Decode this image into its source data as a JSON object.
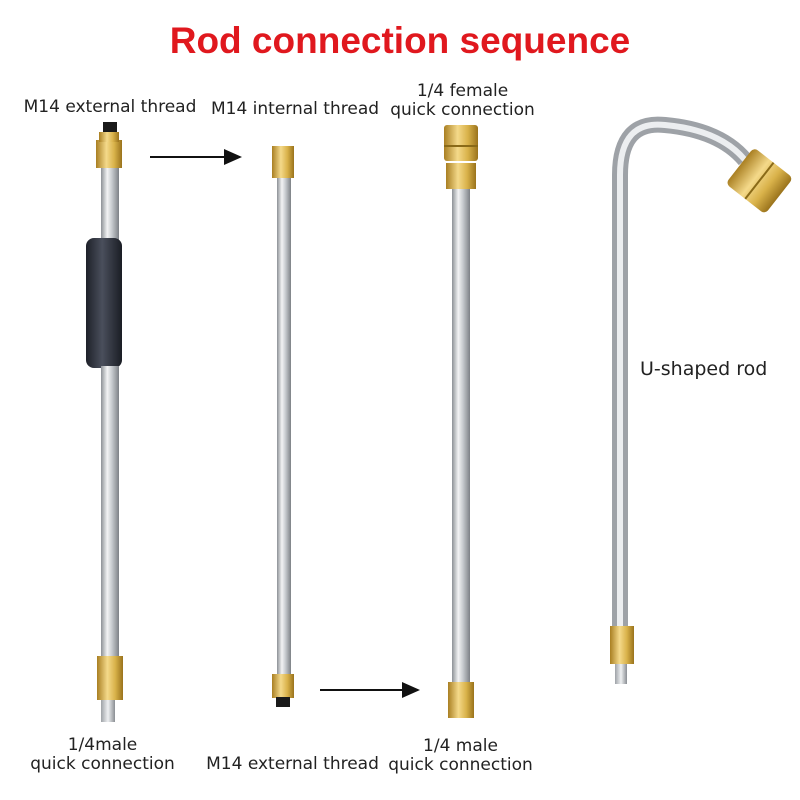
{
  "title": "Rod connection sequence",
  "rods": [
    {
      "top_label": "M14 external thread",
      "bottom_label_1": "1/4male",
      "bottom_label_2": "quick connection"
    },
    {
      "top_label": "M14 internal thread",
      "bottom_label": "M14 external thread"
    },
    {
      "top_label_1": "1/4 female",
      "top_label_2": "quick connection",
      "bottom_label_1": "1/4 male",
      "bottom_label_2": "quick connection"
    },
    {
      "side_label": "U-shaped rod"
    }
  ],
  "colors": {
    "title": "#e0181e",
    "brass": "#d9b24a",
    "steel": "#c8ccd0",
    "grip": "#2b2f3a"
  }
}
